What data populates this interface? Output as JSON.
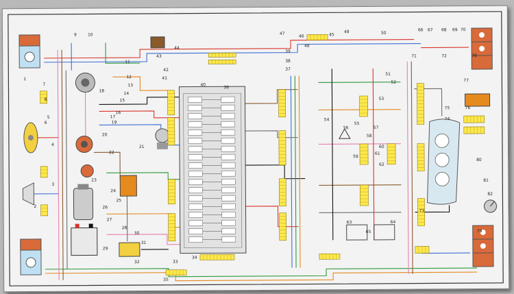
{
  "diagram": {
    "kind": "vehicle wiring diagram",
    "palette": {
      "paper": "#f3f3f3",
      "frame": "#333333",
      "panel": "#e2e2e2",
      "connector": "#ffe84a",
      "wire_red": "#d9342b",
      "wire_blue": "#3b6fd6",
      "wire_green": "#2e9a3a",
      "wire_orange": "#e58a1f",
      "wire_pink": "#e77fb0",
      "wire_brown": "#8a5a2b",
      "wire_gray": "#6e6e6e",
      "wire_black": "#111111",
      "lamp_housing": "#d96a3a",
      "lens_blue": "#bfe0f2"
    },
    "callouts": [
      "1",
      "2",
      "3",
      "4",
      "5",
      "6",
      "7",
      "8",
      "9",
      "10",
      "11",
      "12",
      "13",
      "14",
      "15",
      "16",
      "17",
      "18",
      "19",
      "20",
      "21",
      "22",
      "23",
      "24",
      "25",
      "26",
      "27",
      "28",
      "29",
      "30",
      "31",
      "32",
      "33",
      "34",
      "35",
      "36",
      "37",
      "38",
      "39",
      "40",
      "41",
      "42",
      "43",
      "44",
      "45",
      "46",
      "47",
      "48",
      "49",
      "50",
      "51",
      "52",
      "53",
      "54",
      "55",
      "56",
      "57",
      "58",
      "59",
      "60",
      "61",
      "62",
      "63",
      "64",
      "65",
      "66",
      "67",
      "68",
      "69",
      "70",
      "71",
      "72",
      "73",
      "74",
      "75",
      "76",
      "77",
      "78",
      "79",
      "80",
      "81",
      "82"
    ]
  }
}
